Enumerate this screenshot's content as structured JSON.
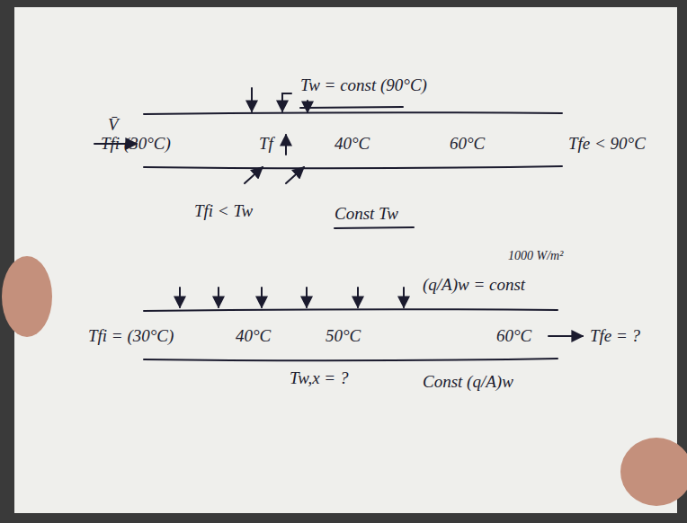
{
  "diagram": {
    "labels": [
      "V̄",
      "Tfi (30°C)",
      "Tw = const (90°C)",
      "Tf",
      "40°C",
      "60°C",
      "Tfe < 90°C",
      "Tfi < Tw",
      "Const Tw",
      "1000 W/m²",
      "(q/A)w = const",
      "Tfi = (30°C)",
      "40°C",
      "50°C",
      "60°C",
      "Tfe = ?",
      "Tw,x = ?",
      "Const (q/A)w"
    ]
  }
}
